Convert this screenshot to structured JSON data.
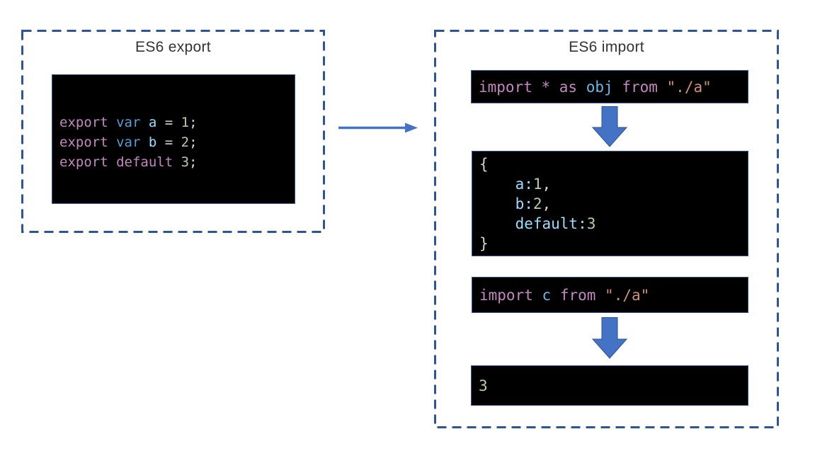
{
  "colors": {
    "dashed_border": "#2f5496",
    "arrow_fill": "#4472c4",
    "arrow_stroke": "#2f528f",
    "code_background": "#000000",
    "code_border": "#2f5496",
    "title_text": "#333333",
    "code": {
      "keyword": "#c586c0",
      "storage": "#569cd6",
      "variable": "#9cdcfe",
      "alias": "#6cb6e8",
      "number": "#b5cea8",
      "string": "#ce9178",
      "plain": "#d4d4d4"
    }
  },
  "export_panel": {
    "title": "ES6 export",
    "code": {
      "lines": [
        [
          {
            "t": "export ",
            "c": "keyword"
          },
          {
            "t": "var ",
            "c": "storage"
          },
          {
            "t": "a",
            "c": "variable"
          },
          {
            "t": " = ",
            "c": "plain"
          },
          {
            "t": "1",
            "c": "number"
          },
          {
            "t": ";",
            "c": "plain"
          }
        ],
        [
          {
            "t": "export ",
            "c": "keyword"
          },
          {
            "t": "var ",
            "c": "storage"
          },
          {
            "t": "b",
            "c": "variable"
          },
          {
            "t": " = ",
            "c": "plain"
          },
          {
            "t": "2",
            "c": "number"
          },
          {
            "t": ";",
            "c": "plain"
          }
        ],
        [
          {
            "t": "export default ",
            "c": "keyword"
          },
          {
            "t": "3",
            "c": "number"
          },
          {
            "t": ";",
            "c": "plain"
          }
        ]
      ]
    }
  },
  "import_panel": {
    "title": "ES6 import",
    "namespace_import_code": {
      "lines": [
        [
          {
            "t": "import * as ",
            "c": "keyword"
          },
          {
            "t": "obj",
            "c": "alias"
          },
          {
            "t": " ",
            "c": "plain"
          },
          {
            "t": "from ",
            "c": "keyword"
          },
          {
            "t": "\"./a\"",
            "c": "string"
          }
        ]
      ]
    },
    "namespace_result_code": {
      "lines": [
        [
          {
            "t": "{",
            "c": "plain"
          }
        ],
        [
          {
            "t": "    ",
            "c": "plain"
          },
          {
            "t": "a:",
            "c": "variable"
          },
          {
            "t": "1",
            "c": "number"
          },
          {
            "t": ",",
            "c": "plain"
          }
        ],
        [
          {
            "t": "    ",
            "c": "plain"
          },
          {
            "t": "b:",
            "c": "variable"
          },
          {
            "t": "2",
            "c": "number"
          },
          {
            "t": ",",
            "c": "plain"
          }
        ],
        [
          {
            "t": "    ",
            "c": "plain"
          },
          {
            "t": "default:",
            "c": "variable"
          },
          {
            "t": "3",
            "c": "number"
          }
        ],
        [
          {
            "t": "}",
            "c": "plain"
          }
        ]
      ]
    },
    "default_import_code": {
      "lines": [
        [
          {
            "t": "import ",
            "c": "keyword"
          },
          {
            "t": "c",
            "c": "alias"
          },
          {
            "t": " ",
            "c": "plain"
          },
          {
            "t": "from ",
            "c": "keyword"
          },
          {
            "t": "\"./a\"",
            "c": "string"
          }
        ]
      ]
    },
    "default_result_code": {
      "lines": [
        [
          {
            "t": "3",
            "c": "number"
          }
        ]
      ]
    }
  }
}
